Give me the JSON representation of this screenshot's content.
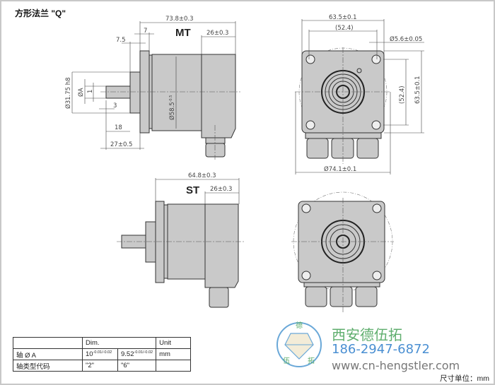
{
  "title": "方形法兰 \"Q\"",
  "mt": {
    "label": "MT",
    "overall": "73.8±0.3",
    "rear": "26±0.3",
    "flange": "7",
    "boss": "7.5",
    "body_dia": "Ø58.5",
    "body_dia_tol": "-0.5",
    "boss_dia": "Ø31.75 h8",
    "shaft_dia": "ØA",
    "flat": "1",
    "flat_len": "3",
    "shaft_len": "18",
    "shaft_total": "27±0.5"
  },
  "st": {
    "label": "ST",
    "overall": "64.8±0.3",
    "rear": "26±0.3"
  },
  "front": {
    "width": "63.5±0.1",
    "hole_spacing_h": "(52.4)",
    "hole_dia": "Ø5.6±0.05",
    "hole_spacing_v": "(52.4)",
    "height": "63.5±0.1",
    "outer_dia": "Ø74.1±0.1"
  },
  "table": {
    "header": {
      "dim": "Dim.",
      "unit": "Unit"
    },
    "rows": [
      {
        "label": "轴 Ø A",
        "v1": "10",
        "v1_tol": "-0.01/-0.02",
        "v2": "9.52",
        "v2_tol": "-0.01/-0.02",
        "unit": "mm"
      },
      {
        "label": "轴类型代码",
        "v1": "\"2\"",
        "v2": "\"6\"",
        "unit": ""
      }
    ]
  },
  "brand": {
    "name": "西安德伍拓",
    "phone": "186-2947-6872",
    "url": "www.cn-hengstler.com",
    "logo_chars": [
      "德",
      "伍",
      "拓"
    ],
    "name_color": "#5fae6e",
    "phone_color": "#4a8fd2"
  },
  "unit_note": "尺寸单位：mm"
}
